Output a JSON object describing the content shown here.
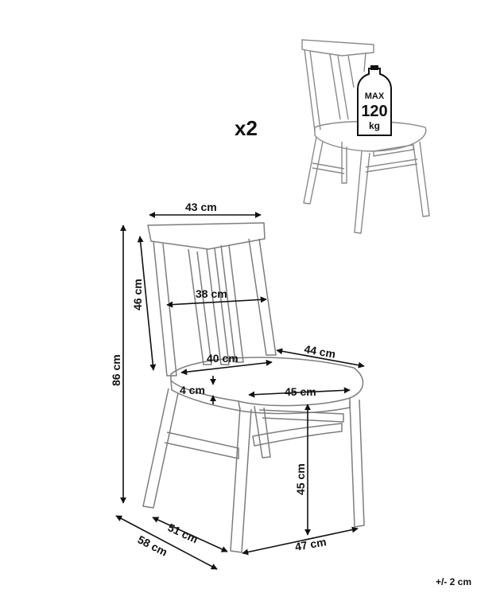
{
  "quantity": "x2",
  "max_load": {
    "max": "MAX",
    "value": "120",
    "unit": "kg"
  },
  "dimensions": {
    "top_width": "43 cm",
    "backrest_height": "46 cm",
    "total_height": "86 cm",
    "backrest_inner_width": "38 cm",
    "seat_back_width": "40 cm",
    "seat_depth": "44 cm",
    "seat_thickness": "4 cm",
    "seat_front_width": "45 cm",
    "seat_height": "45 cm",
    "leg_depth": "51 cm",
    "total_depth": "58 cm",
    "leg_width": "47 cm"
  },
  "tolerance": "+/- 2 cm"
}
